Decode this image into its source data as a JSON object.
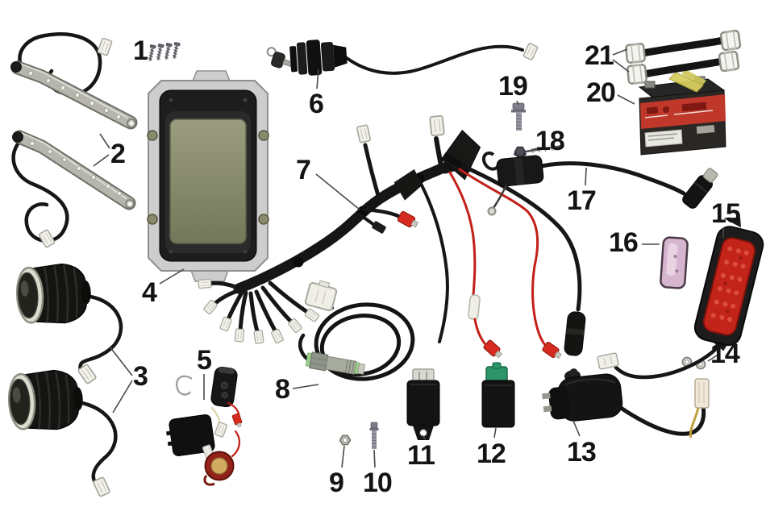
{
  "figure": {
    "type": "exploded-parts-diagram",
    "subject": "motorcycle electrical system parts",
    "item_count": 21
  },
  "callouts": [
    {
      "number": "1",
      "part": "screw-set"
    },
    {
      "number": "2",
      "part": "led-strip-light-pair"
    },
    {
      "number": "3",
      "part": "headlight-pair"
    },
    {
      "number": "4",
      "part": "lcd-speedometer-display"
    },
    {
      "number": "5",
      "part": "alarm-kit-with-remote-and-siren"
    },
    {
      "number": "6",
      "part": "ignition-key-switch"
    },
    {
      "number": "7",
      "part": "main-wiring-harness"
    },
    {
      "number": "8",
      "part": "speed-sensor-with-cable"
    },
    {
      "number": "9",
      "part": "nut"
    },
    {
      "number": "10",
      "part": "bolt"
    },
    {
      "number": "11",
      "part": "rectifier-regulator"
    },
    {
      "number": "12",
      "part": "cdi-unit"
    },
    {
      "number": "13",
      "part": "starter-relay"
    },
    {
      "number": "14",
      "part": "nut-pair"
    },
    {
      "number": "15",
      "part": "tail-light"
    },
    {
      "number": "16",
      "part": "reflector-lens"
    },
    {
      "number": "17",
      "part": "ignition-coil-with-plug-cap"
    },
    {
      "number": "18",
      "part": "bolt-with-nut"
    },
    {
      "number": "19",
      "part": "flange-bolt"
    },
    {
      "number": "20",
      "part": "battery"
    },
    {
      "number": "21",
      "part": "battery-strap-pair"
    }
  ],
  "colors": {
    "background": "#ffffff",
    "callout_text": "#141414",
    "wire_black": "#161616",
    "connector_white": "#f2f1ea",
    "connector_red": "#d52b20",
    "cdi_connector_green": "#2d9468",
    "battery_band_red": "#bf382a",
    "tail_light_red": "#c3241a",
    "reflector_pink": "#d6b6ce",
    "lcd_screen_olive": "#8e9170",
    "tape_yellow": "#d8cf5e",
    "sensor_oring_green": "#9ccf8e",
    "siren_red": "#93221a",
    "siren_center_tan": "#d2ab60"
  }
}
